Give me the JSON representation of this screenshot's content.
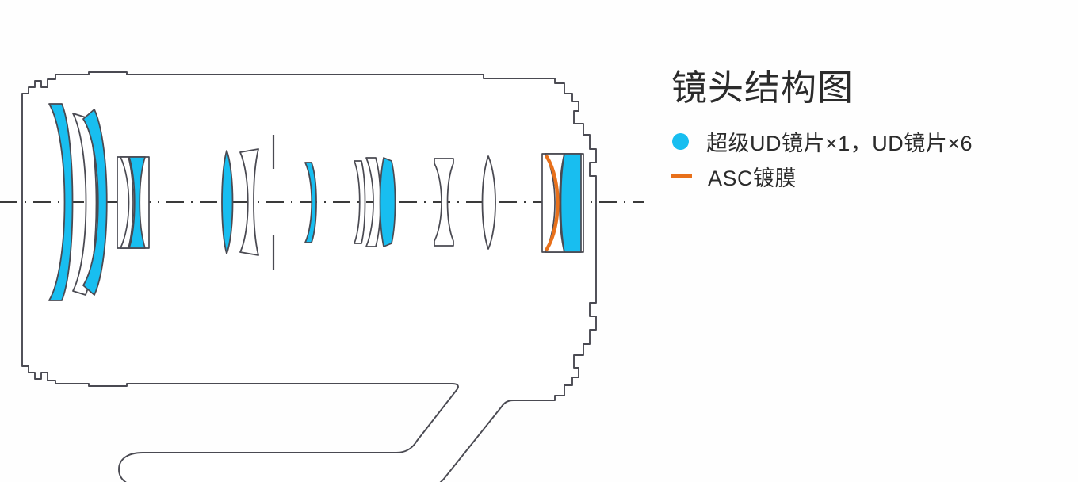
{
  "panel": {
    "title": "镜头结构图",
    "legend": [
      {
        "marker": "dot",
        "marker_color": "#18bef0",
        "label": "超级UD镜片×1，UD镜片×6",
        "marker_icon_name": "cyan-dot-icon"
      },
      {
        "marker": "dash",
        "marker_color": "#e8701a",
        "label": "ASC镀膜",
        "marker_icon_name": "orange-dash-icon"
      }
    ]
  },
  "diagram": {
    "name": "lens-cross-section-diagram",
    "background": "#fefefe",
    "outline_color": "#4a4a52",
    "highlight_color": "#18bef0",
    "coating_color": "#e8701a",
    "axis_color": "#3a3a3a",
    "element_count_highlighted": 7,
    "groups": [
      "front-large-doublet",
      "small-cemented-doublet",
      "mid-biconvex-pair",
      "thin-meniscus",
      "rear-triplet",
      "small-biconcave",
      "biconvex-single",
      "rear-coated-doublet"
    ]
  }
}
